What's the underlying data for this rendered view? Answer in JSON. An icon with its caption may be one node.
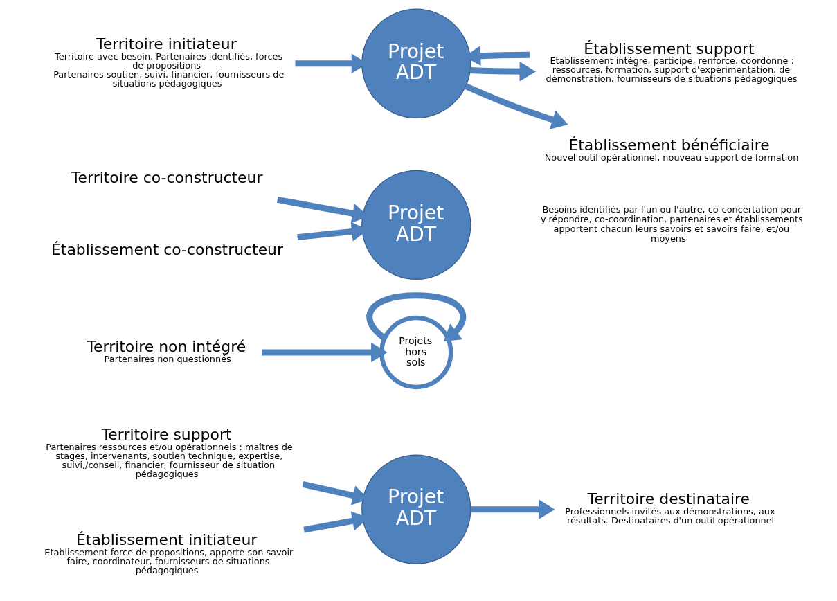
{
  "diagram": {
    "nodes": [
      {
        "text": [
          "Territoire support",
          "Partenaires ressources et/ou opérationnels : maîtres de stages, intervenants, soutien technique, expertise, suivi,/conseil, financier, fournisseur de situation pédagogiques"
        ]
      },
      {
        "text": [
          "Projet ADT"
        ]
      },
      {
        "text": [
          "Territoire destinataire",
          "Professionnels invités aux démonstrations, aux résultats. Destinataires d'un outil opérationnel"
        ]
      },
      {
        "text": [
          "Territoire non intégré",
          "Partenaires non questionnés"
        ]
      },
      {
        "text": [
          "Établissement initiateur",
          "Etablissement force de propositions, apporte son savoir faire, coordinateur, fournisseurs de situations pédagogiques"
        ]
      },
      {
        "text": [
          "Projets hors sols"
        ]
      },
      {
        "text": [
          "Projet ADT"
        ]
      },
      {
        "text": [
          "Territoire co-constructeur"
        ]
      },
      {
        "text": [
          "Établissement co-constructeur"
        ]
      },
      {
        "text": [
          "Projet ADT"
        ]
      },
      {
        "text": [
          "Territoire initiateur",
          "Territoire avec besoin. Partenaires identifiés, forces de propositions",
          "Partenaires soutien, suivi, financier, fournisseurs de situations pédagogiques"
        ]
      },
      {
        "text": [
          "Établissement support",
          "Etablissement intègre, participe, renforce, coordonne : ressources, formation, support d'expérimentation, de démonstration, fournisseurs de situations pédagogiques"
        ]
      },
      {
        "text": [
          "Établissement bénéficiaire",
          "Nouvel outil opérationnel, nouveau support de formation"
        ]
      }
    ],
    "edges": [
      {
        "from": 0,
        "to": 1,
        "arrow": "to"
      },
      {
        "from": 1,
        "to": 2,
        "arrow": "to"
      },
      {
        "from": 3,
        "to": 5,
        "arrow": "to"
      },
      {
        "from": 4,
        "to": 1,
        "arrow": "to"
      },
      {
        "from": 5,
        "to": 5,
        "arrow": "to"
      },
      {
        "from": 7,
        "to": 6,
        "arrow": "to"
      },
      {
        "from": 8,
        "to": 6,
        "arrow": "to"
      },
      {
        "from": 10,
        "to": 9,
        "arrow": "to"
      },
      {
        "from": 9,
        "to": 11,
        "arrow": "to"
      },
      {
        "from": 11,
        "to": 9,
        "arrow": "to"
      },
      {
        "from": 9,
        "to": 12,
        "arrow": "to"
      }
    ],
    "labels": [
      "Besoins identifiés par l'un ou l'autre, co-concertation pour y répondre, co-coordination, partenaires et établissements apportent chacun leurs savoirs et savoirs faire, et/ou moyens"
    ]
  }
}
